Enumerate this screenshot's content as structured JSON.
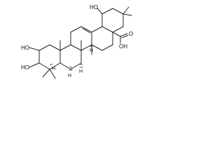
{
  "molecule": {
    "substituents": {
      "oh_top": "HO",
      "cooh": "OH",
      "cooh_o": "O",
      "oh_c2": "HO",
      "oh_c3": "HO"
    },
    "stereo_h": [
      "H",
      "H",
      "H",
      "H"
    ]
  }
}
